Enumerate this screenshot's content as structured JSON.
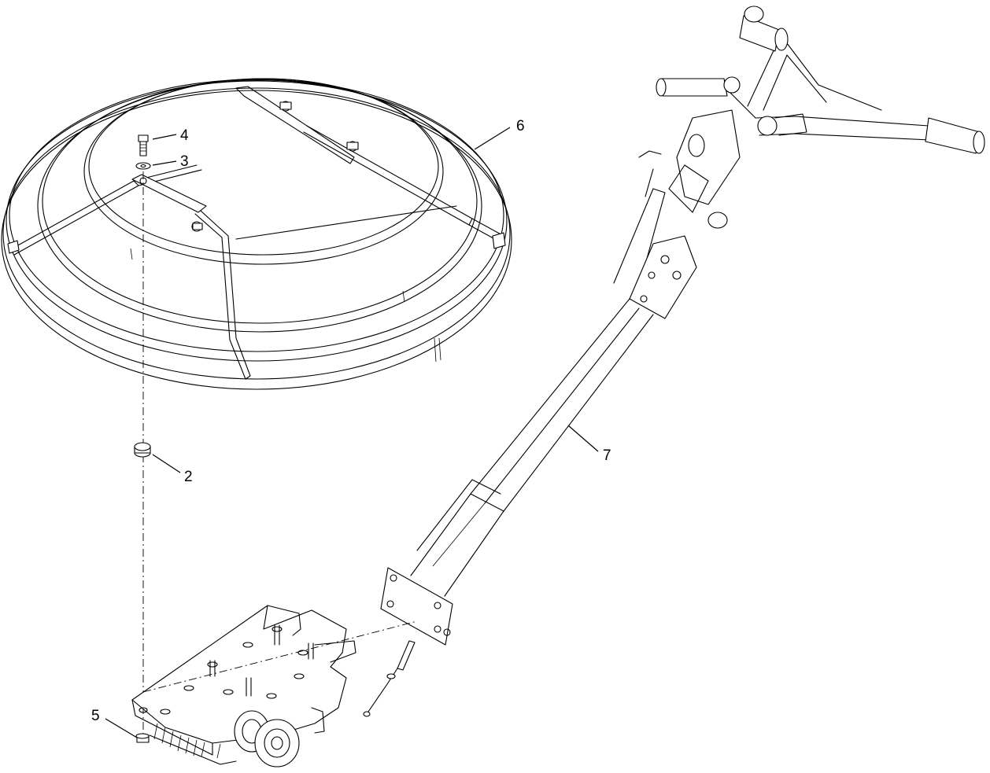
{
  "callouts": {
    "c2": "2",
    "c3": "3",
    "c4": "4",
    "c5": "5",
    "c6": "6",
    "c7": "7"
  }
}
